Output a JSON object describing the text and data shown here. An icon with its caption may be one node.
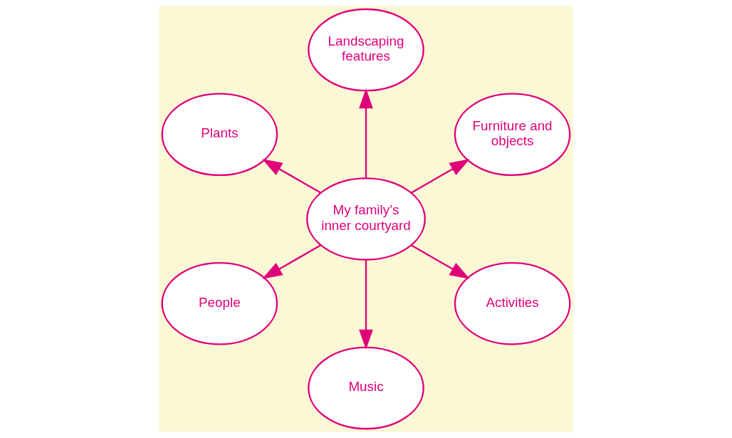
{
  "diagram": {
    "nodes": [
      {
        "text": [
          "My family’s inner courtyard"
        ]
      },
      {
        "text": [
          "Furniture and objects"
        ]
      },
      {
        "text": [
          "Landscaping features"
        ]
      },
      {
        "text": [
          "Plants"
        ]
      },
      {
        "text": [
          "People"
        ]
      },
      {
        "text": [
          "Music"
        ]
      },
      {
        "text": [
          "Activities"
        ]
      }
    ],
    "edges": [
      {
        "from": 0,
        "to": 1,
        "arrow": "to"
      },
      {
        "from": 0,
        "to": 2,
        "arrow": "to"
      },
      {
        "from": 0,
        "to": 3,
        "arrow": "to"
      },
      {
        "from": 0,
        "to": 4,
        "arrow": "to"
      },
      {
        "from": 0,
        "to": 5,
        "arrow": "to"
      },
      {
        "from": 0,
        "to": 6,
        "arrow": "to"
      }
    ]
  }
}
